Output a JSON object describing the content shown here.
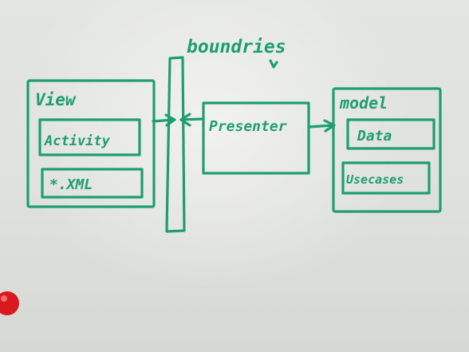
{
  "diagram": {
    "boundary_label": "boundries",
    "view": {
      "title": "View",
      "items": [
        "Activity",
        "*.XML"
      ]
    },
    "presenter": {
      "title": "Presenter"
    },
    "model": {
      "title": "model",
      "items": [
        "Data",
        "Usecases"
      ]
    }
  },
  "colors": {
    "marker": "#1e9e72",
    "board": "#e1e3df",
    "magnet": "#d81a1f"
  }
}
